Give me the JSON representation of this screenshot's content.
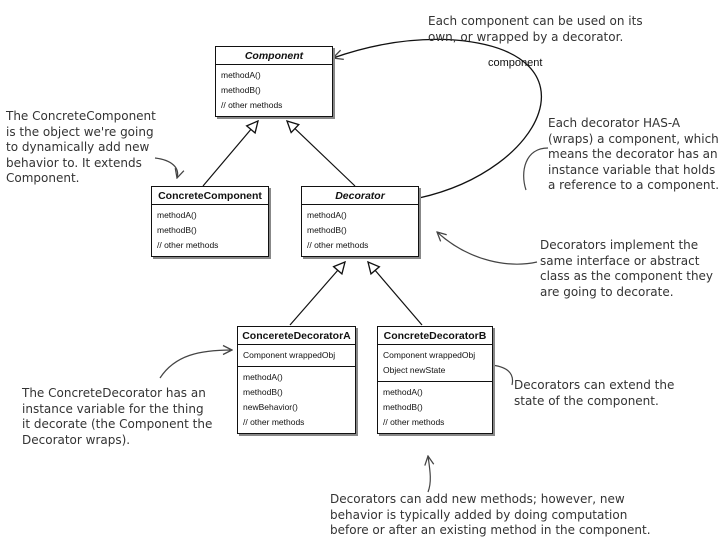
{
  "classes": {
    "component": {
      "title": "Component",
      "methods": [
        "methodA()",
        "methodB()",
        "// other methods"
      ]
    },
    "concrete_component": {
      "title": "ConcreteComponent",
      "methods": [
        "methodA()",
        "methodB()",
        "// other methods"
      ]
    },
    "decorator": {
      "title": "Decorator",
      "methods": [
        "methodA()",
        "methodB()",
        "// other methods"
      ]
    },
    "decorator_a": {
      "title": "ConcereteDecoratorA",
      "fields": [
        "Component wrappedObj"
      ],
      "methods": [
        "methodA()",
        "methodB()",
        "newBehavior()",
        "// other methods"
      ]
    },
    "decorator_b": {
      "title": "ConcreteDecoratorB",
      "fields": [
        "Component wrappedObj",
        "Object newState"
      ],
      "methods": [
        "methodA()",
        "methodB()",
        "// other methods"
      ]
    }
  },
  "association_label": "component",
  "notes": {
    "top": "Each component can be used on its\nown, or wrapped by a decorator.",
    "concrete_component": "The ConcreteComponent\nis the object we're going\nto dynamically add new\nbehavior to. It extends\nComponent.",
    "has_a": "Each decorator HAS-A\n(wraps) a component, which\nmeans the decorator has an\ninstance variable that holds\na reference to a component.",
    "implement": "Decorators implement the\nsame interface or abstract\nclass as the component they\nare going to decorate.",
    "concrete_decorator": "The ConcreteDecorator has an\ninstance variable for the thing\nit decorate (the Component the\nDecorator wraps).",
    "extend_state": "Decorators can extend the\nstate of the component.",
    "new_methods": "Decorators can add new methods; however, new\nbehavior is typically added by doing computation\nbefore or after an existing method in the component."
  }
}
